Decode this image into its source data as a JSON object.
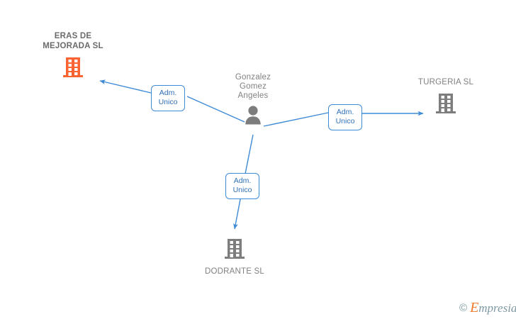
{
  "diagram": {
    "type": "entity-relationship-graph",
    "background_color": "#ffffff",
    "accent_blue": "#3d8ad6",
    "company_orange": "#fa6432",
    "company_gray": "#7d7d7d",
    "person_gray": "#7d7d7d",
    "text_gray": "#808080",
    "nodes": [
      {
        "id": "eras-de-mejorada",
        "kind": "company",
        "label": "ERAS DE\nMEJORADA SL",
        "label_line1": "ERAS DE",
        "label_line2": "MEJORADA SL",
        "icon": "building-icon",
        "color": "#fa6432",
        "label_position": "above",
        "bold": true
      },
      {
        "id": "gonzalez-gomez-angeles",
        "kind": "person",
        "label": "Gonzalez Gomez Angeles",
        "label_line1": "Gonzalez",
        "label_line2": "Gomez",
        "label_line3": "Angeles",
        "icon": "person-icon",
        "color": "#7d7d7d",
        "label_position": "above",
        "bold": false
      },
      {
        "id": "turgeria",
        "kind": "company",
        "label": "TURGERIA SL",
        "icon": "building-icon",
        "color": "#7d7d7d",
        "label_position": "above",
        "bold": false
      },
      {
        "id": "dodrante",
        "kind": "company",
        "label": "DODRANTE SL",
        "icon": "building-icon",
        "color": "#7d7d7d",
        "label_position": "below",
        "bold": false
      }
    ],
    "edges": [
      {
        "id": "edge-to-eras",
        "from": "gonzalez-gomez-angeles",
        "to": "eras-de-mejorada",
        "label_line1": "Adm.",
        "label_line2": "Unico",
        "direction": "to-target",
        "color": "#3d8ad6"
      },
      {
        "id": "edge-to-turgeria",
        "from": "gonzalez-gomez-angeles",
        "to": "turgeria",
        "label_line1": "Adm.",
        "label_line2": "Unico",
        "direction": "to-target",
        "color": "#3d8ad6"
      },
      {
        "id": "edge-to-dodrante",
        "from": "gonzalez-gomez-angeles",
        "to": "dodrante",
        "label_line1": "Adm.",
        "label_line2": "Unico",
        "direction": "to-target",
        "color": "#3d8ad6"
      }
    ]
  },
  "watermark": {
    "copyright_symbol": "©",
    "brand_initial": "E",
    "brand_rest": "mpresia",
    "brand_full": "Empresia"
  }
}
